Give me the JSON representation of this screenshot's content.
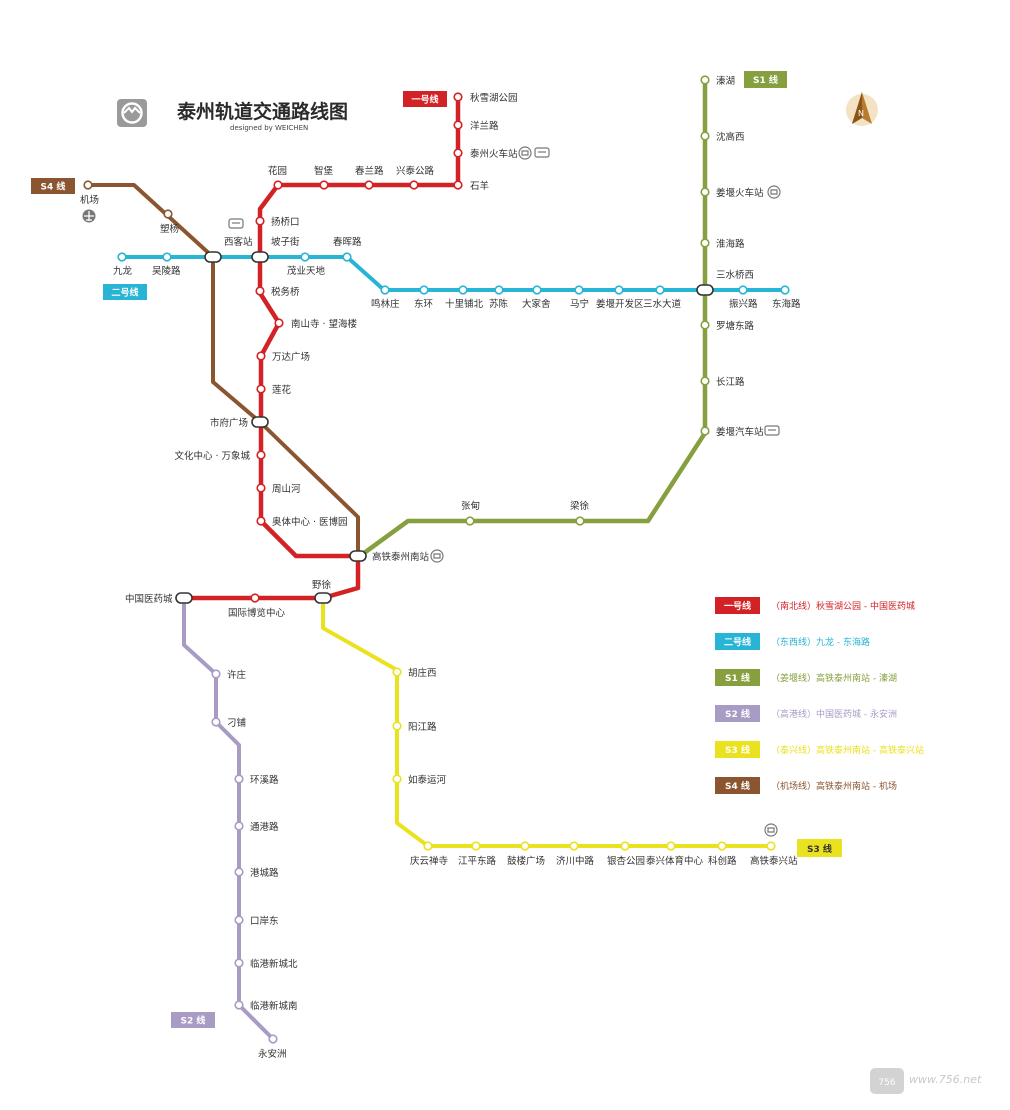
{
  "title": "泰州轨道交通路线图",
  "subtitle": "designed by WEICHEN",
  "compass_letter": "N",
  "watermark": "www.756.net",
  "colors": {
    "line1": "#d32226",
    "line2": "#28b4d4",
    "s1": "#86a03f",
    "s2": "#a89bc4",
    "s3": "#ebe21f",
    "s4": "#8b5530"
  },
  "lines": [
    {
      "id": "line1",
      "badge": "一号线",
      "desc": "（南北线）秋雪湖公园 - 中国医药城"
    },
    {
      "id": "line2",
      "badge": "二号线",
      "desc": "（东西线）九龙 - 东海路"
    },
    {
      "id": "s1",
      "badge": "S1 线",
      "desc": "（姜堰线）高铁泰州南站 - 溱湖"
    },
    {
      "id": "s2",
      "badge": "S2 线",
      "desc": "（高港线）中国医药城 - 永安洲"
    },
    {
      "id": "s3",
      "badge": "S3 线",
      "desc": "（泰兴线）高铁泰州南站 - 高铁泰兴站"
    },
    {
      "id": "s4",
      "badge": "S4 线",
      "desc": "（机场线）高铁泰州南站 - 机场"
    }
  ],
  "stations": {
    "qiuxuehu": "秋雪湖公园",
    "yanglan": "洋兰路",
    "taizhou_rail": "泰州火车站",
    "shiyang": "石羊",
    "xingtai": "兴泰公路",
    "chunlan": "春兰路",
    "zhibao": "智堡",
    "huayuan": "花园",
    "yangqiaokou": "扬桥口",
    "pozijie": "坡子街",
    "xikezhan": "西客站",
    "chunhui": "春晖路",
    "maoye": "茂业天地",
    "jiulong": "九龙",
    "wuling": "吴陵路",
    "jichang": "机场",
    "jiyang": "塑杨",
    "shuiwu": "税务桥",
    "nanshansi": "南山寺 · 望海楼",
    "wanda": "万达广场",
    "luohua": "莲花",
    "shifu": "市府广场",
    "wenhua": "文化中心 · 万象城",
    "zhoushanhe": "周山河",
    "aoti": "奥体中心 · 医博园",
    "gaotie_south": "高铁泰州南站",
    "yexu": "野徐",
    "guoji": "国际博览中心",
    "yiyaocheng": "中国医药城",
    "yanlinzhuang": "鸣林庄",
    "donghuan": "东环",
    "shili": "十里铺北",
    "suchen": "苏陈",
    "dalunshe": "大家舍",
    "maning": "马宁",
    "jiangyan_kfq": "姜堰开发区",
    "sanshui_blvd": "三水大道",
    "sanshuiqiao": "三水桥西",
    "zhenxing": "振兴路",
    "donghai": "东海路",
    "qinhu": "溱湖",
    "shengao": "沈高西",
    "jiangyan_rail": "姜堰火车站",
    "huaihai": "淮海路",
    "luotang": "罗塘东路",
    "changjiang": "长江路",
    "jiangyan_bus": "姜堰汽车站",
    "liangxu": "梁徐",
    "zhangdian": "张甸",
    "xuzhuang": "许庄",
    "diaopu": "刁铺",
    "huanxi": "环溪路",
    "tonggang": "通港路",
    "gangcheng": "港城路",
    "kouan": "口岸东",
    "lingang_n": "临港新城北",
    "lingang_s": "临港新城南",
    "yonganzhou": "永安洲",
    "huzhuang": "胡庄西",
    "yangjiang": "阳江路",
    "rutai": "如泰运河",
    "qingyun": "庆云禅寺",
    "jiangping": "江平东路",
    "gulou": "鼓楼广场",
    "jichuan": "济川中路",
    "yinxing": "银杏公园",
    "taixing_sports": "泰兴体育中心",
    "kechuang": "科创路",
    "gaotie_taixing": "高铁泰兴站"
  }
}
